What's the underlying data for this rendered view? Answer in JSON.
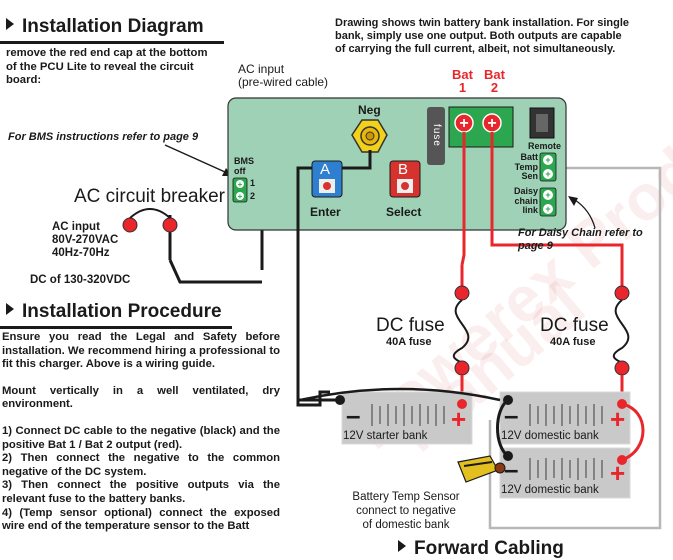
{
  "headings": {
    "installation_diagram": "Installation Diagram",
    "installation_procedure": "Installation Procedure",
    "ac_circuit_breaker": "AC circuit breaker",
    "forward_cabling": "Forward Cabling"
  },
  "intro_text": [
    "remove the red end cap at the bottom",
    "of the PCU Lite to reveal the circuit",
    "board:"
  ],
  "drawing_note": [
    "Drawing shows twin battery bank installation. For single",
    "bank, simply use one output. Both outputs are capable",
    "of carrying the full current, albeit, not simultaneously."
  ],
  "ac_input_top": [
    "AC input",
    "(pre-wired cable)"
  ],
  "bms_note": "For BMS instructions refer to page 9",
  "ac_input_spec": [
    "AC input",
    "80V-270VAC",
    "40Hz-70Hz"
  ],
  "dc_range": "DC of 130-320VDC",
  "pcu": {
    "neg_label": "Neg",
    "fuse_label": "fuse",
    "bat1_label": [
      "Bat",
      "1"
    ],
    "bat2_label": [
      "Bat",
      "2"
    ],
    "remote_label": "Remote",
    "bms_labels": [
      "BMS",
      "off",
      "1",
      "2"
    ],
    "button_a_letter": "A",
    "button_a_label": "Enter",
    "button_b_letter": "B",
    "button_b_label": "Select",
    "batt_temp_label": [
      "Batt",
      "Temp",
      "Sen"
    ],
    "daisy_label": [
      "Daisy",
      "chain",
      "link"
    ]
  },
  "daisy_note": [
    "For Daisy Chain refer to",
    "page 9"
  ],
  "fuses": [
    {
      "title": "DC fuse",
      "rating": "40A fuse"
    },
    {
      "title": "DC fuse",
      "rating": "40A fuse"
    }
  ],
  "batteries": [
    {
      "label": "12V starter bank"
    },
    {
      "label": "12V domestic bank"
    },
    {
      "label": "12V domestic bank"
    }
  ],
  "temp_sensor_note": [
    "Battery Temp Sensor",
    "connect to negative",
    "of domestic bank"
  ],
  "procedure": [
    "Ensure you read the Legal and Safety before installation. We recommend hiring a professional to fit this charger. Above is a wiring guide.",
    "Mount vertically in a well ventilated, dry environment.",
    "1) Connect DC cable to the negative (black) and the positive Bat 1 / Bat 2 output (red).",
    "2) Then connect the negative to the common negative of the DC system.",
    "3) Then connect the positive outputs via the relevant fuse to the battery banks.",
    "4) (Temp sensor optional) connect the exposed wire end of the temperature sensor to the Batt"
  ],
  "watermark": [
    "Powerex Product",
    "Manual"
  ],
  "colors": {
    "pcu_green": "#9fd1b6",
    "wire_red": "#e8262b",
    "terminal_green": "#2ca64f",
    "button_blue": "#2f7fd0",
    "button_red": "#d6332f",
    "battery_grey": "#c9c9c9"
  }
}
